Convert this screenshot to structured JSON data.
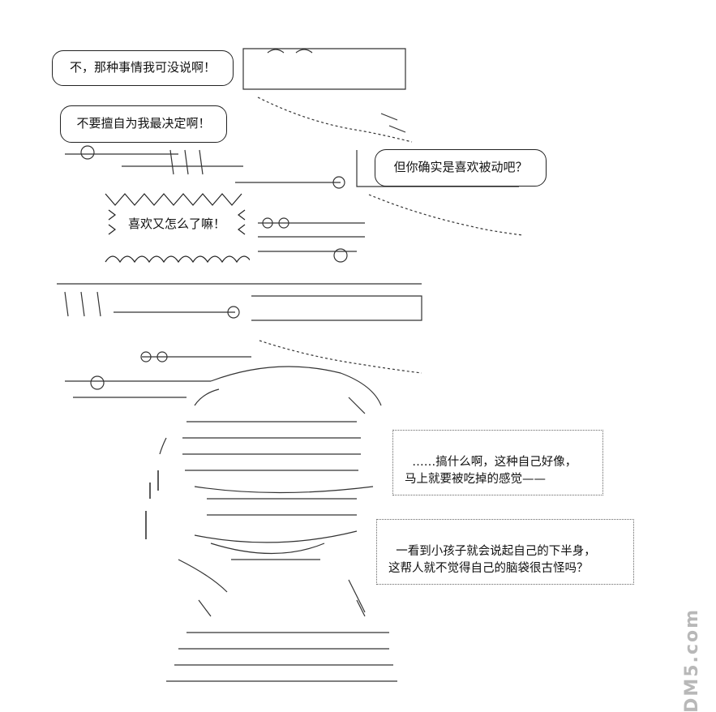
{
  "bubbles": {
    "b1": "不，那种事情我可没说啊！",
    "b2": "不要擅自为我最决定啊！",
    "b3": "但你确实是喜欢被动吧？",
    "b4": "喜欢又怎么了嘛！"
  },
  "narration": {
    "n1": "……搞什么啊，这种自己好像，\n马上就要被吃掉的感觉——",
    "n2": "一看到小孩子就会说起自己的下半身，\n这帮人就不觉得自己的脑袋很古怪吗？"
  },
  "watermark": "DM5.com"
}
